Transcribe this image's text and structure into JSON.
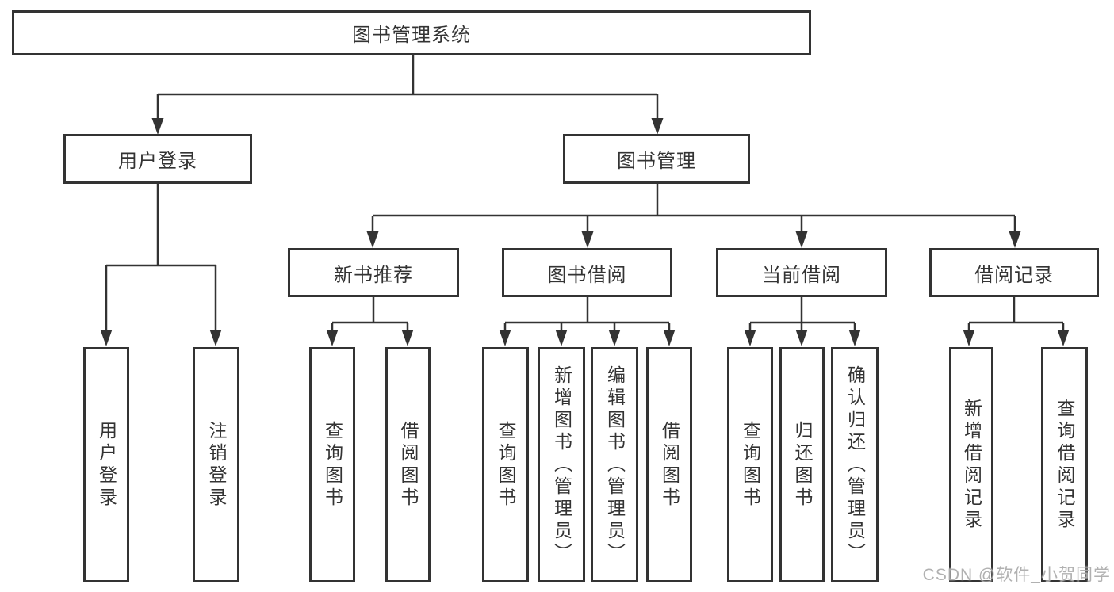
{
  "colors": {
    "line": "#333333",
    "text": "#333333",
    "box_background": "#ffffff",
    "watermark": "#a8a8a8",
    "background": "#ffffff"
  },
  "watermark": "CSDN @软件_小贺同学",
  "tree": {
    "root": "图书管理系统",
    "level2": [
      {
        "label": "用户登录",
        "children": [
          "用户登录",
          "注销登录"
        ]
      },
      {
        "label": "图书管理",
        "children": [
          {
            "label": "新书推荐",
            "children": [
              "查询图书",
              "借阅图书"
            ]
          },
          {
            "label": "图书借阅",
            "children": [
              "查询图书",
              "新增图书（管理员）",
              "编辑图书（管理员）",
              "借阅图书"
            ]
          },
          {
            "label": "当前借阅",
            "children": [
              "查询图书",
              "归还图书",
              "确认归还（管理员）"
            ]
          },
          {
            "label": "借阅记录",
            "children": [
              "新增借阅记录",
              "查询借阅记录"
            ]
          }
        ]
      }
    ]
  }
}
